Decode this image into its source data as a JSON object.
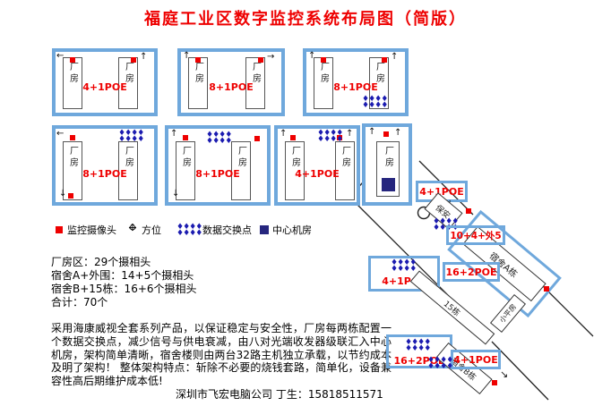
{
  "title": "福庭工业区数字监控系统布局图（简版）",
  "colors": {
    "accent": "#ee0000",
    "group_border": "#6fa8dc",
    "switch": "#1b1bb0",
    "server": "#26267e"
  },
  "icons": {
    "arrow_up": "↑",
    "arrow_down": "↓",
    "arrow_left": "←",
    "arrow_right": "→",
    "arrow_se": "↘",
    "h_arrow": "↔",
    "v_arrow": "↕",
    "switch_cluster": "♦♦♦♦\n♦♦♦♦"
  },
  "factory": {
    "building_label": "厂房",
    "rows": [
      {
        "groups": [
          {
            "label": "4+1POE"
          },
          {
            "label": "8+1POE"
          },
          {
            "label": "8+1POE"
          }
        ]
      },
      {
        "groups": [
          {
            "label": "8+1POE"
          },
          {
            "label": "8+1POE"
          },
          {
            "label": "4+1POE"
          }
        ]
      }
    ]
  },
  "legend": {
    "camera": "监控摄像头",
    "direction": "方位",
    "switch": "数据交换点",
    "server": "中心机房"
  },
  "stats": {
    "line1": "厂房区：29个摄相头",
    "line2": "宿舍A+外围：14+5个摄相头",
    "line3": "宿舍B+15栋：16+6个摄相头",
    "line4": "合计：70个"
  },
  "description": "采用海康威视全套系列产品，以保证稳定与安全性，厂房每两栋配置一个数据交换点，减少信号与供电衰减，由八对光端收发器级联汇入中心机房，架构简单清晰，宿舍楼则由两台32路主机独立承载，以节约成本及明了架构！ 整体架构特点：斩除不必要的烧钱套路，简单化，设备兼容性高后期维护成本低!",
  "footer": "深圳市飞宏电脑公司 丁生：15818511571",
  "campus": {
    "security_poe": "4+1POE",
    "security_name": "保安",
    "dorm_a_top": "10+4+外5",
    "dorm_a_poe": "16+2POE",
    "dorm_a_name": "宿舍A栋",
    "mid_poe": "4+1POE",
    "b15_name": "15栋",
    "bungalow_name": "小平房",
    "bottom_poe": "16+2POE",
    "dorm_b_poe": "4+1POE",
    "dorm_b_name": "宿舍B栋"
  }
}
